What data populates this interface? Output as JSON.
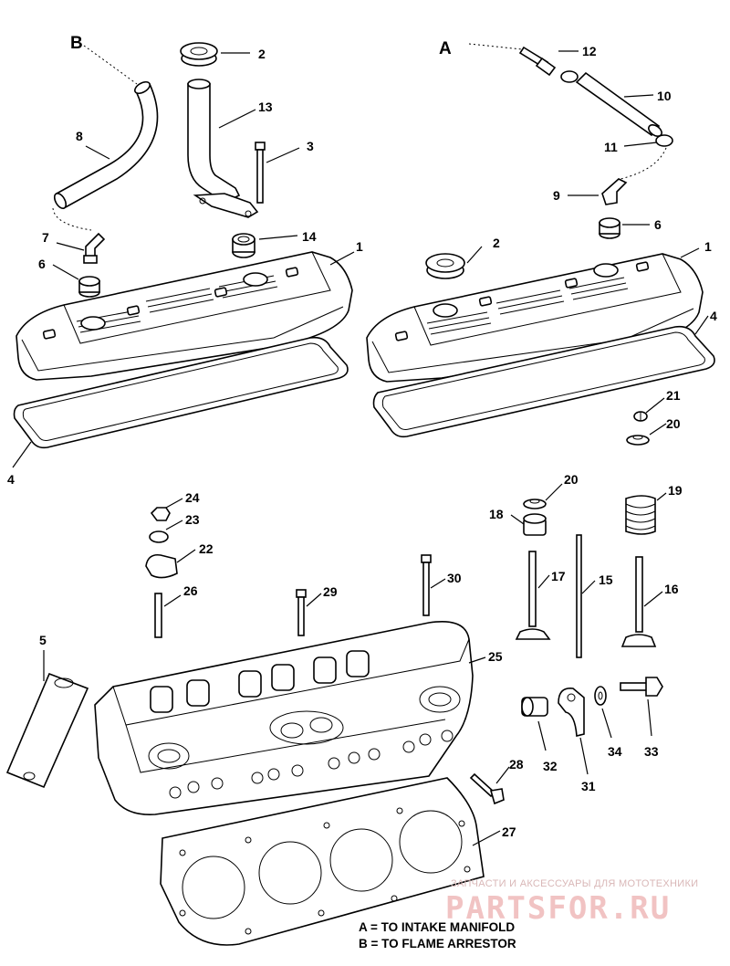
{
  "legend": {
    "a": "A = TO INTAKE MANIFOLD",
    "b": "B = TO FLAME ARRESTOR"
  },
  "connectors": {
    "a": "A",
    "b": "B"
  },
  "callouts": {
    "c1a": "1",
    "c1b": "1",
    "c2a": "2",
    "c2b": "2",
    "c3": "3",
    "c4a": "4",
    "c4b": "4",
    "c5": "5",
    "c6a": "6",
    "c6b": "6",
    "c7": "7",
    "c8": "8",
    "c9": "9",
    "c10": "10",
    "c11": "11",
    "c12": "12",
    "c13": "13",
    "c14": "14",
    "c15": "15",
    "c16": "16",
    "c17": "17",
    "c18": "18",
    "c19": "19",
    "c20a": "20",
    "c20b": "20",
    "c21": "21",
    "c22": "22",
    "c23": "23",
    "c24": "24",
    "c25": "25",
    "c26": "26",
    "c27": "27",
    "c28": "28",
    "c29": "29",
    "c30": "30",
    "c31": "31",
    "c32": "32",
    "c33": "33",
    "c34": "34"
  },
  "watermark": {
    "tagline": "ЗАПЧАСТИ И АКСЕССУАРЫ ДЛЯ МОТОТЕХНИКИ",
    "brand": "PARTSFOR.RU"
  }
}
